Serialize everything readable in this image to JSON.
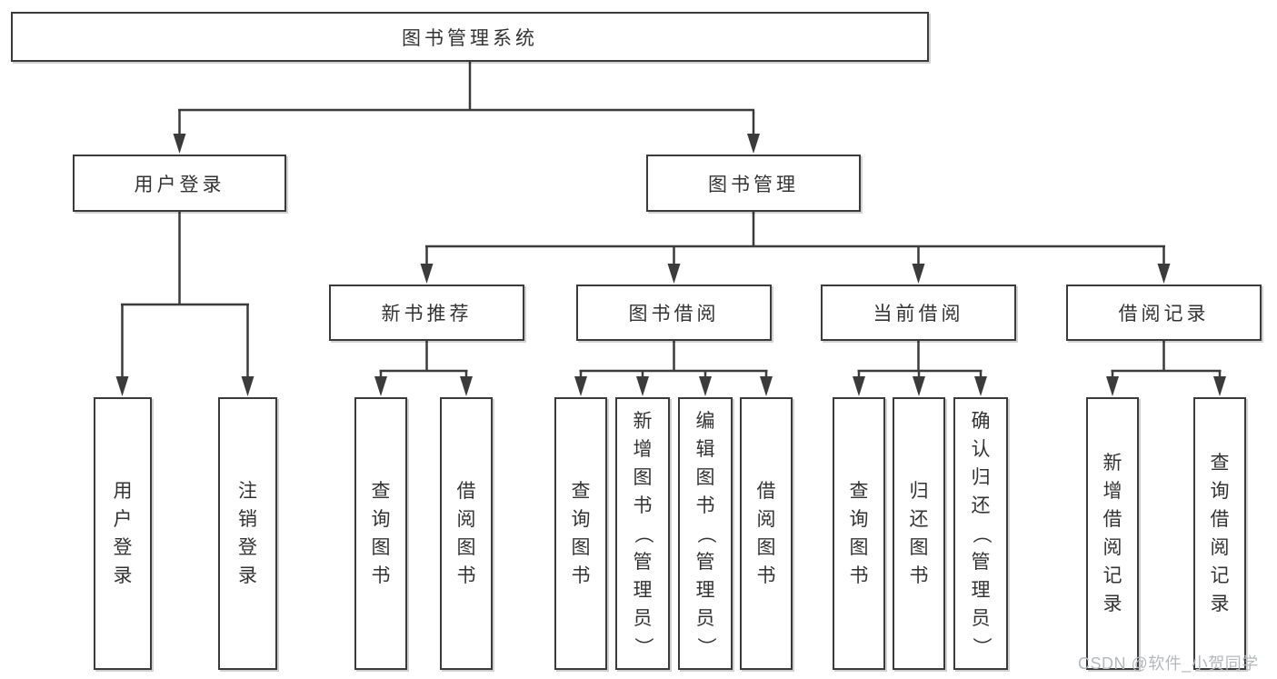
{
  "nodes": {
    "root": "图书管理系统",
    "level2": [
      "用户登录",
      "图书管理"
    ],
    "level3": [
      "新书推荐",
      "图书借阅",
      "当前借阅",
      "借阅记录"
    ],
    "leaves": [
      "用户登录",
      "注销登录",
      "查询图书",
      "借阅图书",
      "查询图书",
      "新增图书（管理员）",
      "编辑图书（管理员）",
      "借阅图书",
      "查询图书",
      "归还图书",
      "确认归还（管理员）",
      "新增借阅记录",
      "查询借阅记录"
    ]
  },
  "watermark": "CSDN @软件_小贺同学",
  "colors": {
    "line": "#3b3b3b",
    "text": "#333333",
    "background": "#ffffff",
    "watermark": "#b4b8bc"
  }
}
